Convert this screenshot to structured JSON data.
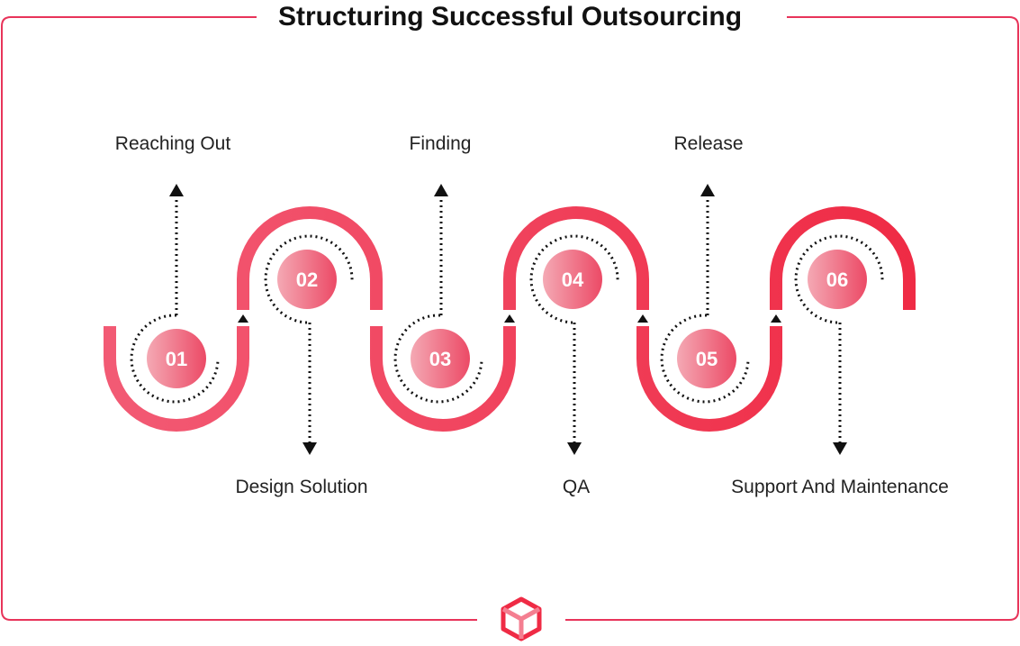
{
  "title": "Structuring  Successful Outsourcing",
  "steps": [
    {
      "number": "01",
      "label": "Reaching Out"
    },
    {
      "number": "02",
      "label": "Design Solution"
    },
    {
      "number": "03",
      "label": "Finding"
    },
    {
      "number": "04",
      "label": "QA"
    },
    {
      "number": "05",
      "label": "Release"
    },
    {
      "number": "06",
      "label": "Support And Maintenance"
    }
  ],
  "colors": {
    "accent": "#f0324f",
    "accent_light": "#f47f91",
    "frame": "#e8345a",
    "badge_light": "#f4a9b4",
    "badge_dark": "#ec4a66",
    "arrow": "#111111"
  },
  "icons": {
    "footer_logo": "cube-logo-icon"
  }
}
